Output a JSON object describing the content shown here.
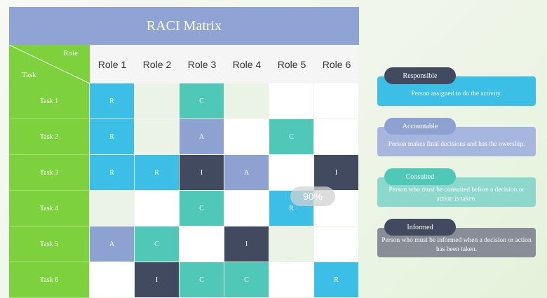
{
  "title": "RACI Matrix",
  "corner": {
    "role_label": "Role",
    "task_label": "Task"
  },
  "roles": [
    "Role 1",
    "Role 2",
    "Role 3",
    "Role 4",
    "Role 5",
    "Role 6"
  ],
  "tasks": [
    "Task 1",
    "Task 2",
    "Task 3",
    "Task 4",
    "Task 5",
    "Task 6"
  ],
  "grid": [
    [
      "R",
      "",
      "C",
      "",
      "",
      ""
    ],
    [
      "R",
      "",
      "A",
      "",
      "C",
      ""
    ],
    [
      "R",
      "R",
      "I",
      "A",
      "",
      "I"
    ],
    [
      "",
      "",
      "C",
      "",
      "R",
      ""
    ],
    [
      "A",
      "C",
      "",
      "I",
      "",
      ""
    ],
    [
      "",
      "I",
      "C",
      "C",
      "",
      "R"
    ]
  ],
  "cell_fills": [
    [
      "r",
      "g",
      "c",
      "g",
      "w",
      "w"
    ],
    [
      "r",
      "g",
      "a",
      "w",
      "c",
      "w"
    ],
    [
      "r",
      "r",
      "i",
      "a",
      "w",
      "i"
    ],
    [
      "g",
      "w",
      "c",
      "w",
      "r",
      "w"
    ],
    [
      "a",
      "c",
      "w",
      "i",
      "g",
      "w"
    ],
    [
      "w",
      "i",
      "c",
      "c",
      "w",
      "r"
    ]
  ],
  "colors": {
    "r": "#3bbfe6",
    "a": "#8ea2d2",
    "c": "#4fc8b8",
    "i": "#414a5e",
    "g": "#eaf3e6",
    "w": "#ffffff",
    "title": "#8fa3d4",
    "task": "#7dd13c"
  },
  "zoom": "90%",
  "legend": [
    {
      "tag": "Responsible",
      "desc": "Person assigned to do the activity.",
      "tag_color": "#414a5e",
      "box_color": "#3bbfe6"
    },
    {
      "tag": "Accountable",
      "desc": "Person makes final decisions and has the owership.",
      "tag_color": "#8ea2d2",
      "box_color": "#a7b6de"
    },
    {
      "tag": "Consulted",
      "desc": "Person who must be consulted before a decision or action is taken.",
      "tag_color": "#4fc8b8",
      "box_color": "#8dd8cd"
    },
    {
      "tag": "Informed",
      "desc": "Person who must be informed when a decision or action has been taken.",
      "tag_color": "#414a5e",
      "box_color": "#888d98"
    }
  ]
}
